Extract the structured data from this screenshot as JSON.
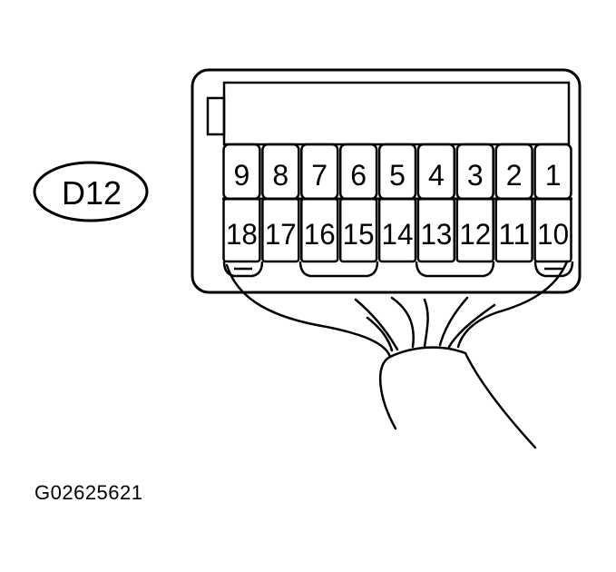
{
  "connector": {
    "id": "D12",
    "pins_top": [
      "9",
      "8",
      "7",
      "6",
      "5",
      "4",
      "3",
      "2",
      "1"
    ],
    "pins_bottom": [
      "18",
      "17",
      "16",
      "15",
      "14",
      "13",
      "12",
      "11",
      "10"
    ]
  },
  "figure_code": "G02625621"
}
